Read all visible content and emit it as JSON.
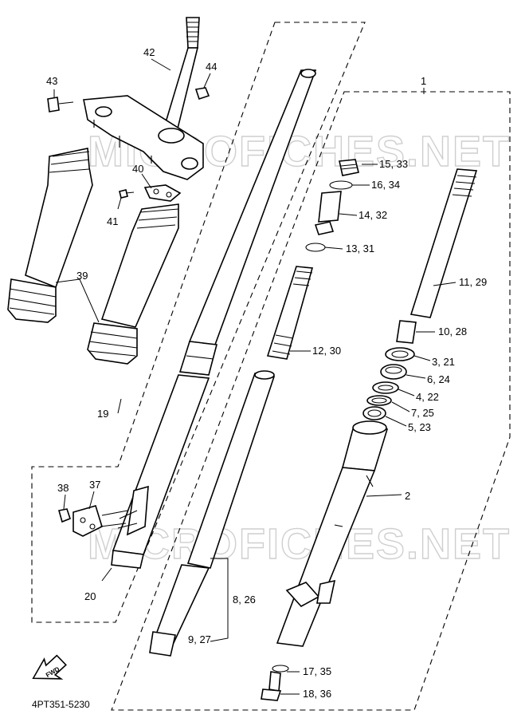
{
  "watermark": "MICROFICHES.NET",
  "diagram_code": "4PT351-5230",
  "fwd_label": "FWD",
  "labels": {
    "l1": "1",
    "l2": "2",
    "l3_21": "3, 21",
    "l4_22": "4, 22",
    "l5_23": "5, 23",
    "l6_24": "6, 24",
    "l7_25": "7, 25",
    "l8_26": "8, 26",
    "l9_27": "9, 27",
    "l10_28": "10, 28",
    "l11_29": "11, 29",
    "l12_30": "12, 30",
    "l13_31": "13, 31",
    "l14_32": "14, 32",
    "l15_33": "15, 33",
    "l16_34": "16, 34",
    "l17_35": "17, 35",
    "l18_36": "18, 36",
    "l19": "19",
    "l20": "20",
    "l37": "37",
    "l38": "38",
    "l39": "39",
    "l40": "40",
    "l41": "41",
    "l42": "42",
    "l43": "43",
    "l44": "44"
  }
}
